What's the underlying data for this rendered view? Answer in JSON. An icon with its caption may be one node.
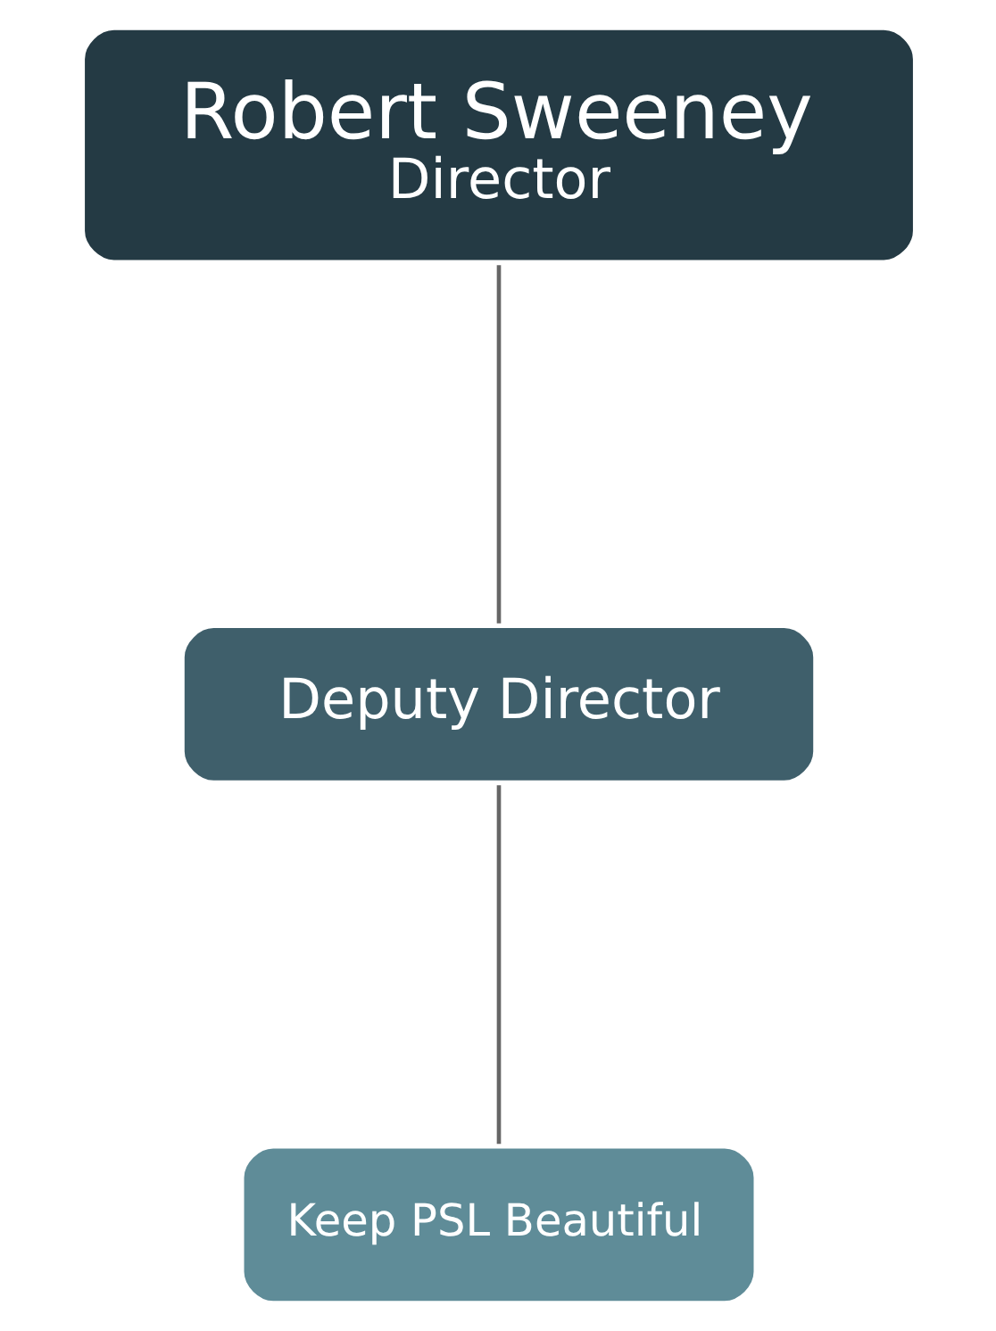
{
  "diagram": {
    "nodes": [
      {
        "text": [
          "Robert Sweeney",
          "Director"
        ]
      },
      {
        "text": [
          "Deputy Director"
        ]
      },
      {
        "text": [
          "Keep PSL Beautiful"
        ]
      }
    ],
    "edges": [
      {
        "from": 0,
        "to": 1,
        "arrow": "none"
      },
      {
        "from": 1,
        "to": 2,
        "arrow": "none"
      }
    ]
  }
}
